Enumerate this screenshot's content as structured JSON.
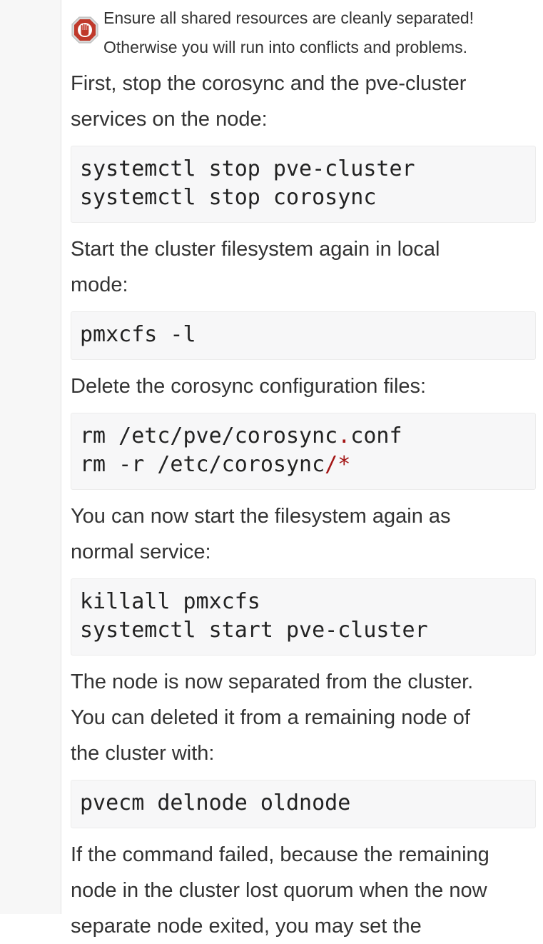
{
  "admonition": {
    "icon": "stop-hand-icon",
    "lines": [
      "Ensure all shared resources are cleanly separated!",
      "Otherwise you will run into conflicts and problems."
    ]
  },
  "blocks": {
    "p1": [
      "First, stop the corosync and the pve-cluster",
      "services on the node:"
    ],
    "c1": [
      "systemctl stop pve-cluster",
      "systemctl stop corosync"
    ],
    "p2": [
      "Start the cluster filesystem again in local",
      "mode:"
    ],
    "c2": [
      "pmxcfs -l"
    ],
    "p3": [
      "Delete the corosync configuration files:"
    ],
    "c3": {
      "l1": {
        "a": "rm /etc/pve/corosync",
        "b": ".",
        "c": "conf"
      },
      "l2": {
        "a": "rm -r /etc/corosync",
        "b": "/*"
      }
    },
    "p4": [
      "You can now start the filesystem again as",
      "normal service:"
    ],
    "c4": [
      "killall pmxcfs",
      "systemctl start pve-cluster"
    ],
    "p5": [
      "The node is now separated from the cluster.",
      "You can deleted it from a remaining node of",
      "the cluster with:"
    ],
    "c5": [
      "pvecm delnode oldnode"
    ],
    "p6": [
      "If the command failed, because the remaining",
      "node in the cluster lost quorum when the now",
      "separate node exited, you may set the"
    ]
  },
  "colors": {
    "code_background": "#f7f7f8",
    "code_highlight": "#a31515",
    "icon_red": "#c0392b"
  }
}
